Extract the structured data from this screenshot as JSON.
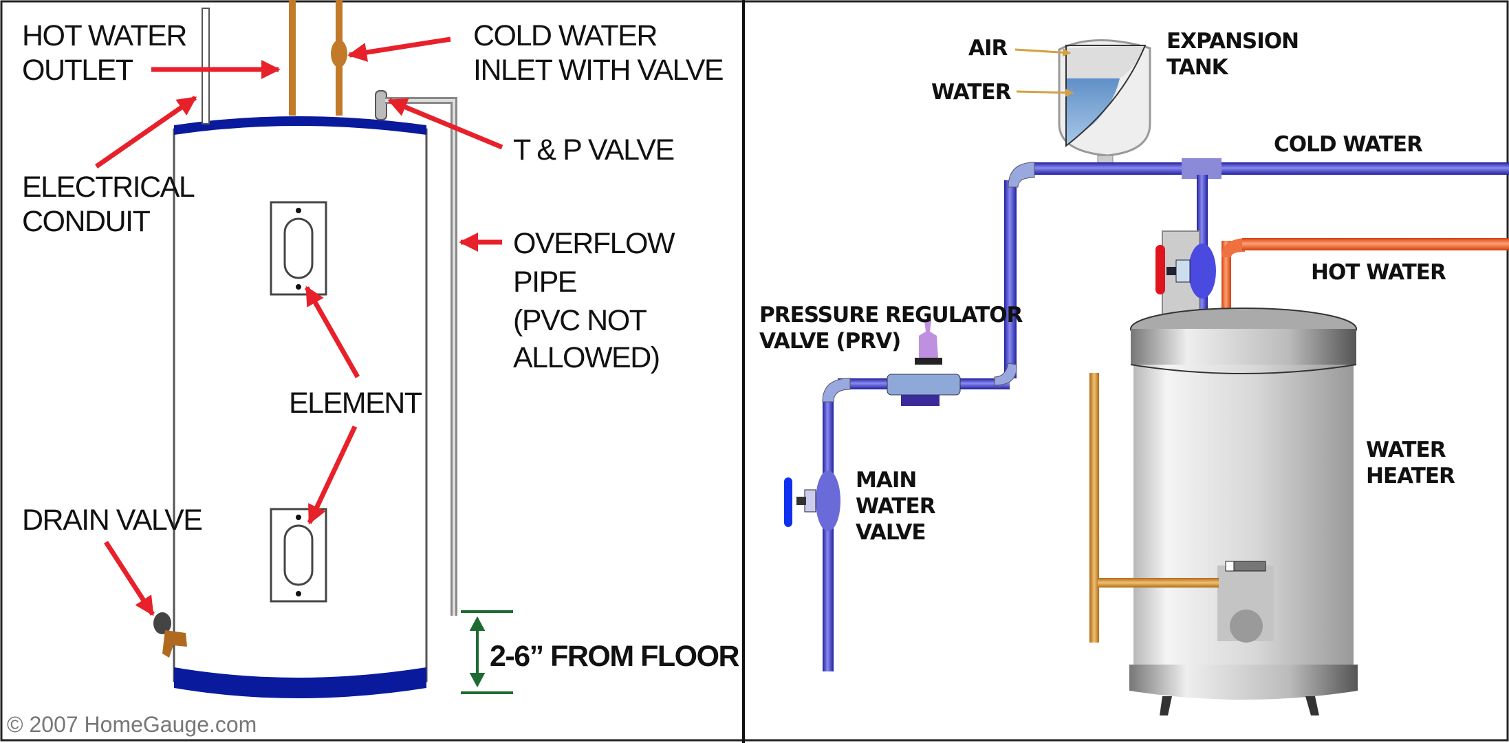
{
  "left_panel": {
    "labels": {
      "hot_water_outlet": [
        "HOT WATER",
        "OUTLET"
      ],
      "cold_water_inlet": [
        "COLD WATER",
        "INLET WITH VALVE"
      ],
      "tp_valve": [
        "T & P VALVE"
      ],
      "electrical_conduit": [
        "ELECTRICAL",
        "CONDUIT"
      ],
      "overflow_pipe": [
        "OVERFLOW",
        "PIPE",
        "(PVC NOT",
        "ALLOWED)"
      ],
      "element": [
        "ELEMENT"
      ],
      "drain_valve": [
        "DRAIN VALVE"
      ],
      "from_floor": [
        "2-6” FROM FLOOR"
      ]
    },
    "copyright": "© 2007 HomeGauge.com",
    "colors": {
      "arrow": "#e8202a",
      "tank_band": "#0a1a9c",
      "copper": "#c07a2a",
      "dimension": "#1e6b32"
    }
  },
  "right_panel": {
    "labels": {
      "air": [
        "AIR"
      ],
      "water": [
        "WATER"
      ],
      "expansion_tank": [
        "EXPANSION",
        "TANK"
      ],
      "cold_water": [
        "COLD WATER"
      ],
      "hot_water": [
        "HOT WATER"
      ],
      "prv": [
        "PRESSURE REGULATOR",
        "VALVE (PRV)"
      ],
      "main_water_valve": [
        "MAIN",
        "WATER",
        "VALVE"
      ],
      "water_heater": [
        "WATER",
        "HEATER"
      ]
    },
    "colors": {
      "cold_pipe": "#3a3ad0",
      "hot_pipe": "#f0602a",
      "gas_pipe": "#d4902e",
      "callout_arrow": "#d4a040",
      "valve_handle_hot": "#e0141e",
      "valve_handle_main": "#1030f0"
    }
  }
}
